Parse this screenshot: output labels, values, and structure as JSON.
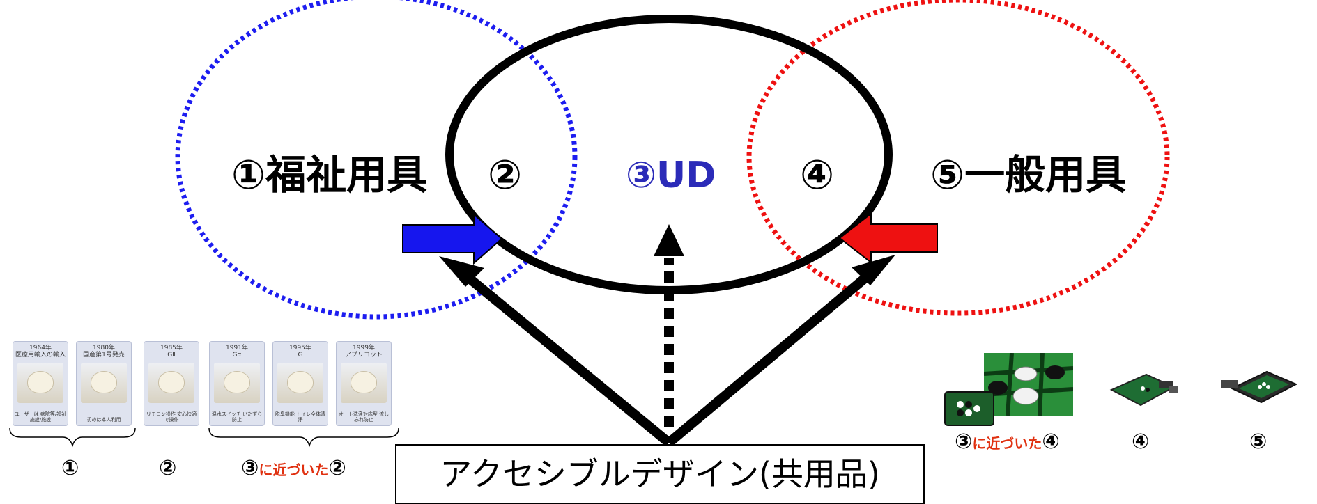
{
  "sets": {
    "welfare_label": "①福祉用具",
    "overlap_left_label": "②",
    "ud_label": "③UD",
    "overlap_right_label": "④",
    "general_label": "⑤一般用具"
  },
  "caption": "アクセシブルデザイン(共用品)",
  "colors": {
    "welfare_circle": "#1d1df0",
    "general_circle": "#ee1111",
    "ud_circle": "#000000",
    "near_text": "#e03010",
    "ud_text": "#2b2bb8"
  },
  "toilet_cards": [
    {
      "year": "1964年",
      "title": "医療用輸入の輸入",
      "note": "ユーザーは 病院等/福祉施設/施設"
    },
    {
      "year": "1980年",
      "title": "国産第1号発売",
      "note": "初めは本人利用"
    },
    {
      "year": "1985年",
      "title": "GⅡ",
      "note": "リモコン操作 安心快適で操作"
    },
    {
      "year": "1991年",
      "title": "Gα",
      "note": "温水スイッチ いたずら防止"
    },
    {
      "year": "1995年",
      "title": "G",
      "note": "脱臭機能 トイレ全体清浄"
    },
    {
      "year": "1999年",
      "title": "アプリコット",
      "note": "オート洗浄対応型 流し忘れ防止"
    }
  ],
  "left_group_labels": {
    "one": "①",
    "two": "②",
    "three": "③",
    "near": "に近づいた",
    "two_after": "②"
  },
  "right_group_labels": {
    "three": "③",
    "near": "に近づいた",
    "four_after": "④",
    "four": "④",
    "five": "⑤"
  },
  "icons": {
    "blue_arrow": "arrow-right-icon",
    "red_arrow": "arrow-left-icon",
    "dashed_arrow": "arrow-up-icon"
  }
}
